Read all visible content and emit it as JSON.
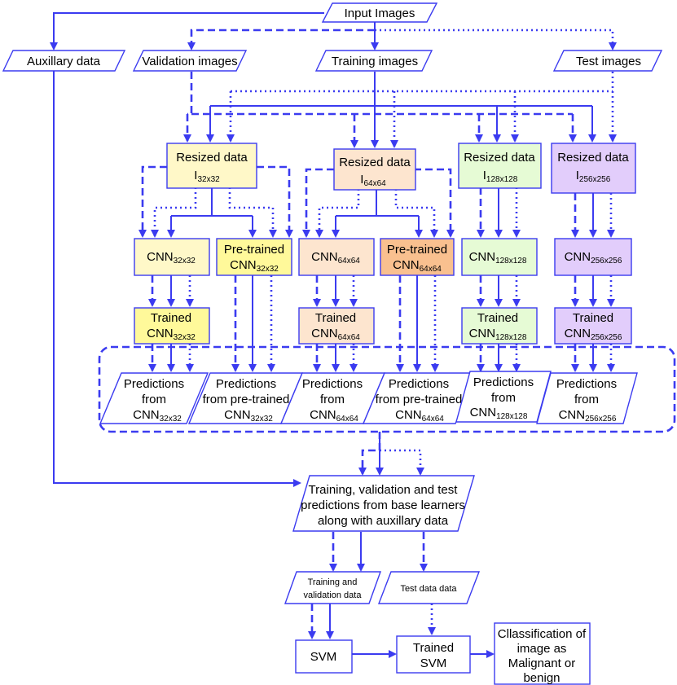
{
  "colors": {
    "line": "#3b3bf0",
    "yellow": "#fff8c8",
    "yellow_bright": "#fff99a",
    "peach": "#fde5cf",
    "orange": "#f9c08f",
    "green": "#e6fbd5",
    "purple": "#e2cdfb"
  },
  "nodes": {
    "input_images": "Input Images",
    "auxillary_data": "Auxillary data",
    "validation_images": "Validation images",
    "training_images": "Training images",
    "test_images": "Test images",
    "resized_data_label": "Resized data",
    "resized_32": "I",
    "resized_32_sub": "32x32",
    "resized_64": "I",
    "resized_64_sub": "64x64",
    "resized_128": "I",
    "resized_128_sub": "128x128",
    "resized_256": "I",
    "resized_256_sub": "256x256",
    "cnn": "CNN",
    "pretrained": "Pre-trained",
    "trained": "Trained",
    "sub_32": "32x32",
    "sub_64": "64x64",
    "sub_128": "128x128",
    "sub_256": "256x256",
    "predictions": "Predictions",
    "from": "from",
    "from_pretrained": "from pre-trained",
    "combined_line1": "Training, validation and test",
    "combined_line2": "predictions from base learners",
    "combined_line3": "along with auxillary data",
    "train_val_line1": "Training and",
    "train_val_line2": "validation data",
    "test_data": "Test data data",
    "svm": "SVM",
    "trained_svm_line1": "Trained",
    "trained_svm_line2": "SVM",
    "class_line1": "Cllassification of",
    "class_line2": "image as",
    "class_line3": "Malignant or",
    "class_line4": "benign"
  }
}
